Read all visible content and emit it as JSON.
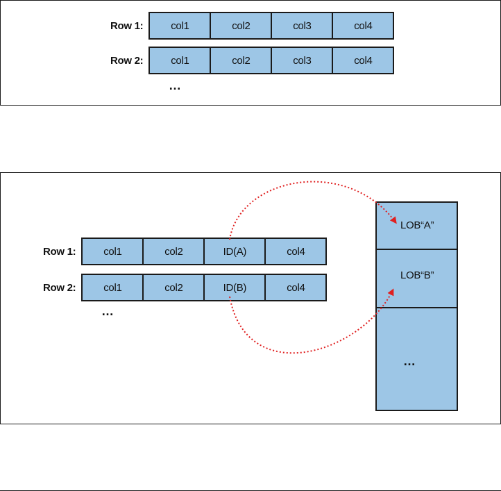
{
  "top_diagram": {
    "rows": [
      {
        "label": "Row 1:",
        "cells": [
          "col1",
          "col2",
          "col3",
          "col4"
        ]
      },
      {
        "label": "Row 2:",
        "cells": [
          "col1",
          "col2",
          "col3",
          "col4"
        ]
      }
    ],
    "ellipsis": "…"
  },
  "bottom_diagram": {
    "rows": [
      {
        "label": "Row 1:",
        "cells": [
          "col1",
          "col2",
          "ID(A)",
          "col4"
        ]
      },
      {
        "label": "Row 2:",
        "cells": [
          "col1",
          "col2",
          "ID(B)",
          "col4"
        ]
      }
    ],
    "ellipsis": "…",
    "lob_storage": {
      "segments": [
        "LOB“A”",
        "LOB“B”",
        "…"
      ]
    },
    "arrow_color": "#e02020"
  },
  "colors": {
    "cell_fill": "#9dc6e6",
    "border": "#1a1a1a"
  }
}
